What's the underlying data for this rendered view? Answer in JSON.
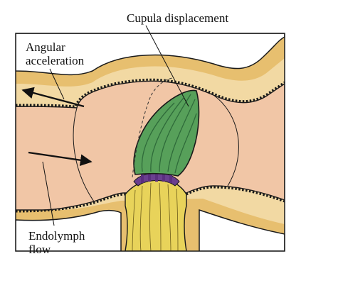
{
  "labels": {
    "cupula_displacement": "Cupula displacement",
    "angular_acceleration": "Angular\nacceleration",
    "endolymph_flow": "Endolymph\nflow"
  },
  "colors": {
    "wall": "#e7bf6f",
    "wall_inner": "#f2d9a3",
    "endolymph": "#f1c6a6",
    "cupula": "#57a05a",
    "cupula_dark": "#2f6b3a",
    "hair_cells": "#6a3f8f",
    "nerve": "#e8d35a",
    "outline": "#1a1a1a"
  }
}
